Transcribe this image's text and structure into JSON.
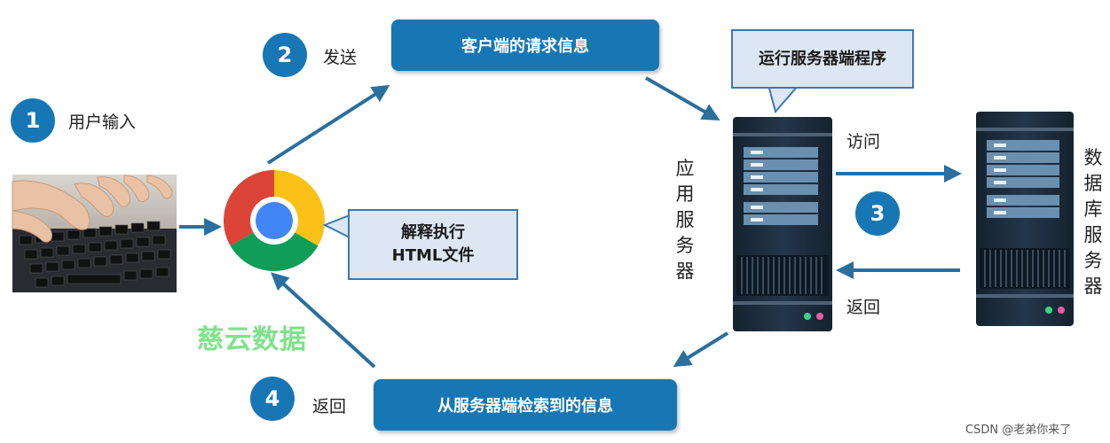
{
  "steps": [
    {
      "number": "1",
      "label": "用户输入"
    },
    {
      "number": "2",
      "label": "发送"
    },
    {
      "number": "3",
      "label": ""
    },
    {
      "number": "4",
      "label": "返回"
    }
  ],
  "boxes": {
    "client_request": "客户端的请求信息",
    "retrieved_info": "从服务器端检索到的信息"
  },
  "callouts": {
    "run_server": "运行服务器端程序",
    "interpret_line1": "解释执行",
    "interpret_line2": "HTML文件"
  },
  "labels": {
    "access": "访问",
    "return_db": "返回",
    "app_server": [
      "应",
      "用",
      "服",
      "务",
      "器"
    ],
    "db_server": [
      "数",
      "据",
      "库",
      "服",
      "务",
      "器"
    ]
  },
  "watermark": "慈云数据",
  "credit": "CSDN @老弟你来了",
  "colors": {
    "accent_blue": "#1777b4",
    "arrow": "#2a6f9e",
    "callout_fill": "#dde7f3",
    "server_dark": "#1f2d3c",
    "watermark": "#7de38a"
  },
  "icons": [
    "keyboard-typing-photo",
    "chrome-browser-icon",
    "app-server-icon",
    "database-server-icon"
  ]
}
